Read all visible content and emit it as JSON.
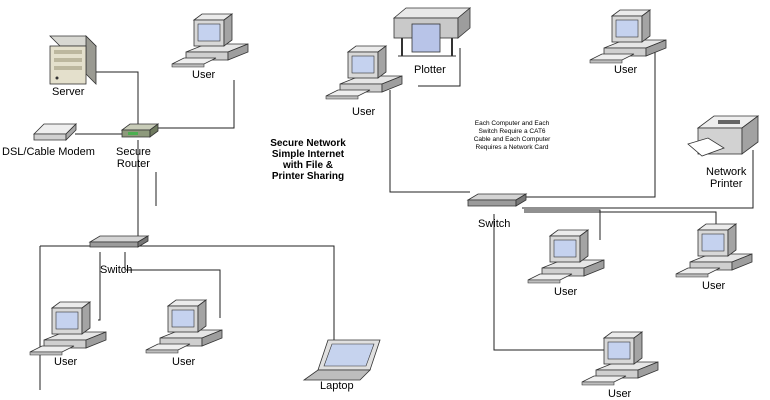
{
  "diagram": {
    "title": [
      "Secure Network",
      "Simple Internet",
      "with File &",
      "Printer Sharing"
    ],
    "note": [
      "Each Computer and Each",
      "Switch Require a CAT6",
      "Cable and Each Computer",
      "Requires a Network Card"
    ],
    "labels": {
      "server": "Server",
      "modem": "DSL/Cable Modem",
      "router": [
        "Secure",
        "Router"
      ],
      "user": "User",
      "switch": "Switch",
      "laptop": "Laptop",
      "plotter": "Plotter",
      "network_printer": [
        "Network",
        "Printer"
      ]
    }
  }
}
